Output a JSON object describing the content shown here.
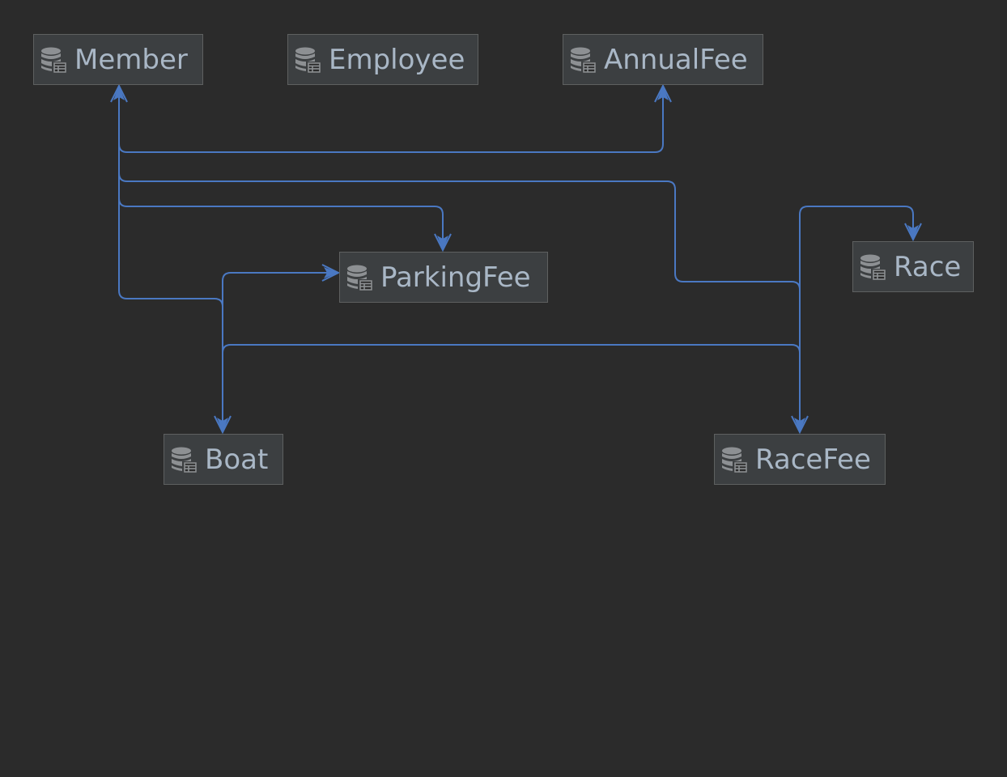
{
  "diagram": {
    "colors": {
      "background": "#2b2b2b",
      "node_fill": "#3c3f41",
      "node_border": "#5e6060",
      "node_text": "#a9b7c6",
      "edge": "#4a78c2",
      "icon": "#8d9093"
    },
    "node_icon": "database-table-icon",
    "nodes": [
      {
        "id": "member",
        "label": "Member"
      },
      {
        "id": "employee",
        "label": "Employee"
      },
      {
        "id": "annualfee",
        "label": "AnnualFee"
      },
      {
        "id": "parkingfee",
        "label": "ParkingFee"
      },
      {
        "id": "race",
        "label": "Race"
      },
      {
        "id": "boat",
        "label": "Boat"
      },
      {
        "id": "racefee",
        "label": "RaceFee"
      }
    ],
    "edges": [
      {
        "from": "annualfee",
        "to": "member"
      },
      {
        "from": "parkingfee",
        "to": "member"
      },
      {
        "from": "boat",
        "to": "member"
      },
      {
        "from": "racefee",
        "to": "member"
      },
      {
        "from": "boat",
        "to": "parkingfee"
      },
      {
        "from": "racefee",
        "to": "boat"
      },
      {
        "from": "racefee",
        "to": "race"
      }
    ]
  }
}
